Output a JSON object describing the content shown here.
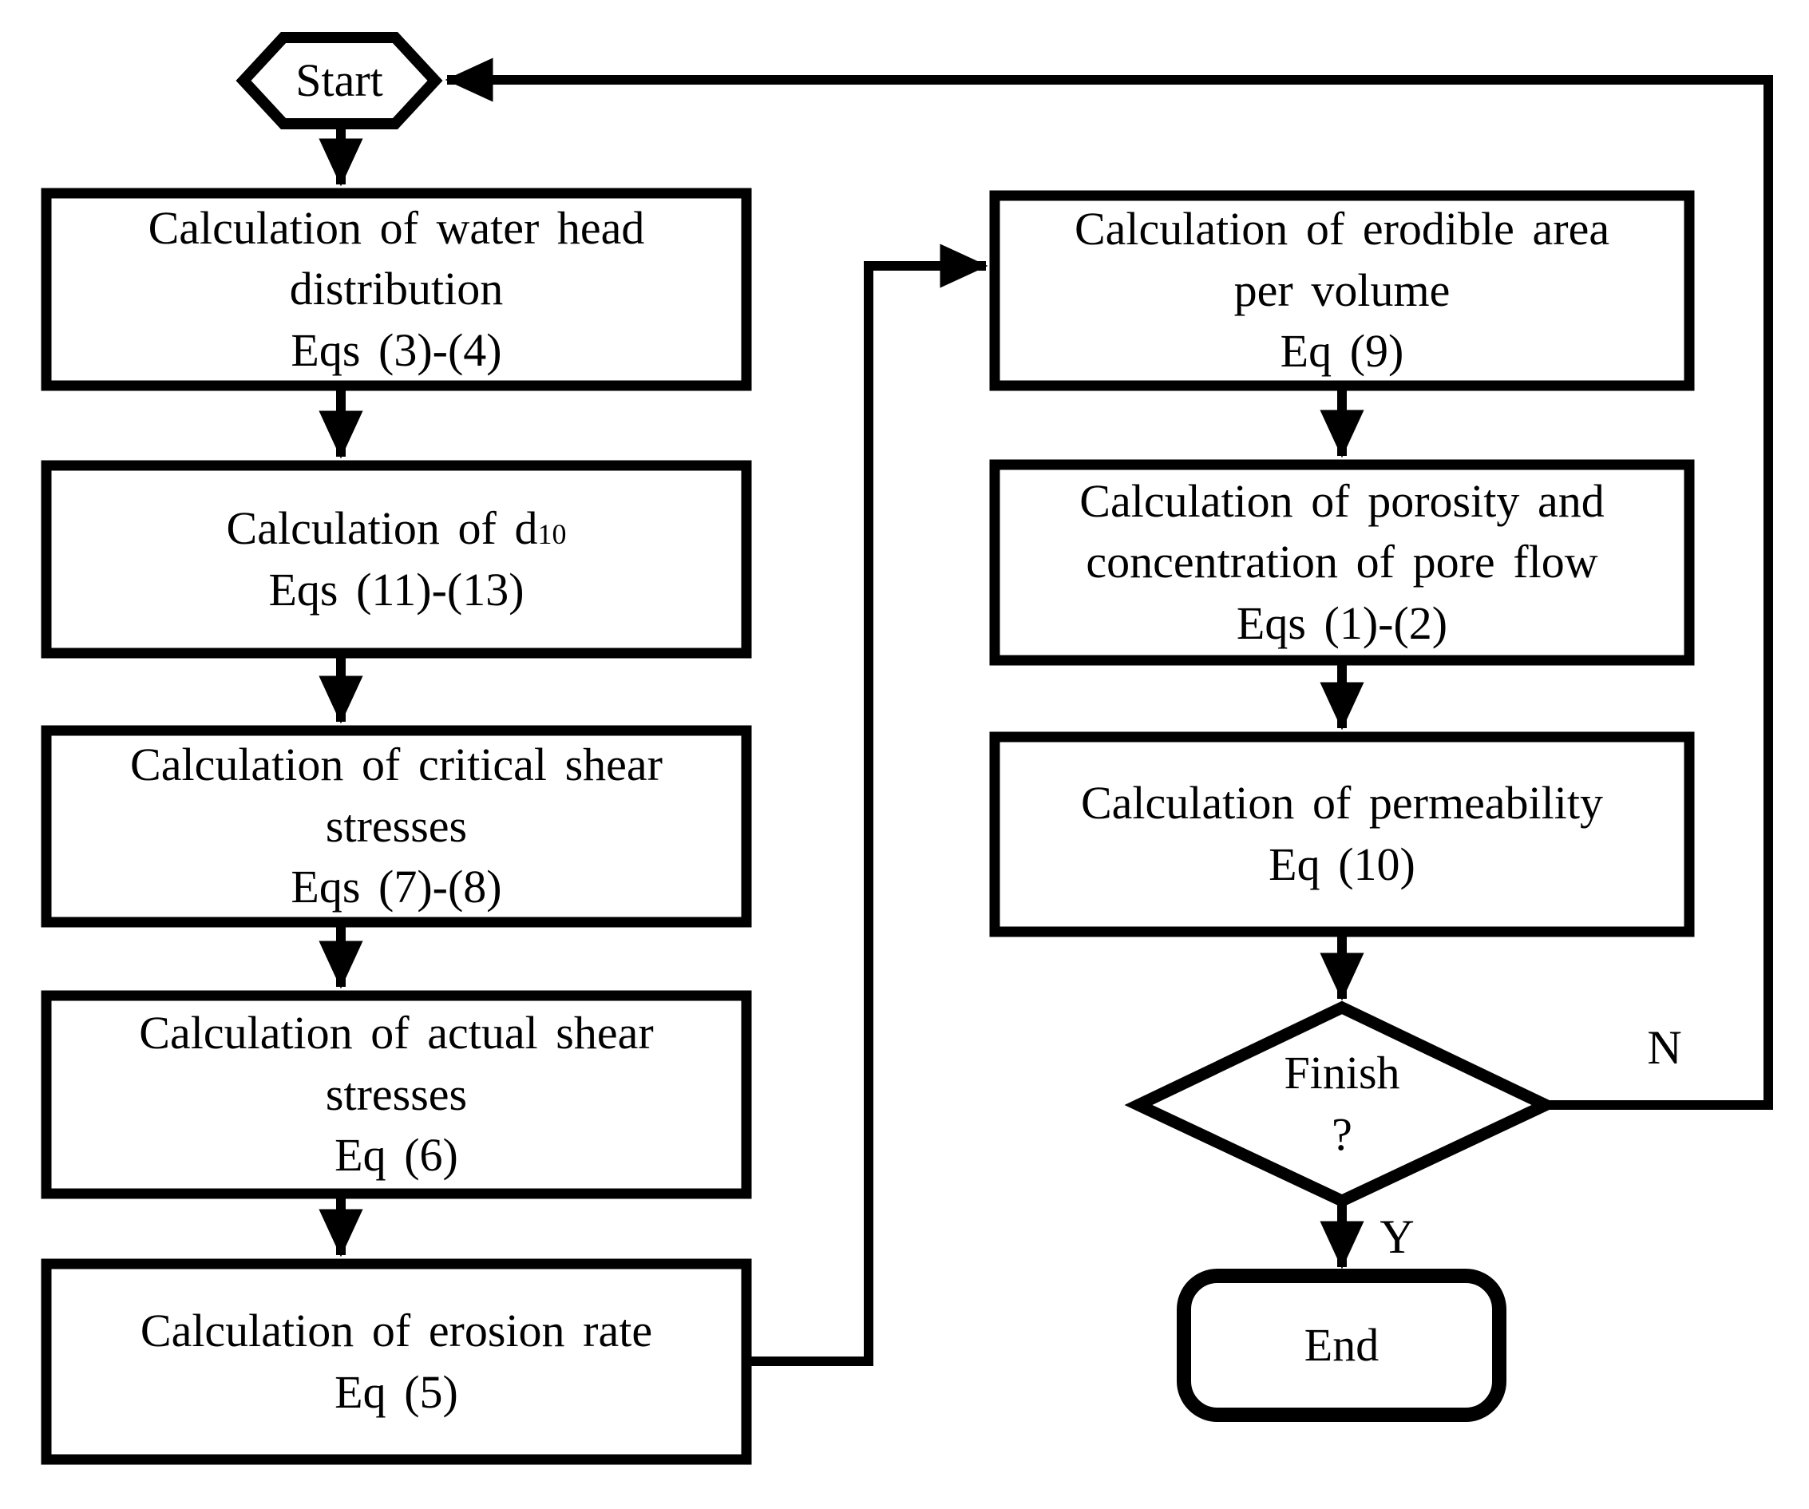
{
  "figure": {
    "type": "flowchart",
    "background": "#ffffff",
    "line_color": "#000000"
  },
  "start": {
    "label": "Start"
  },
  "left_boxes": [
    {
      "line1": "Calculation of water head",
      "line2": "distribution",
      "line3": "Eqs (3)-(4)"
    },
    {
      "line1_prefix": "Calculation of d",
      "line1_sub": "10",
      "line2": "Eqs (11)-(13)"
    },
    {
      "line1": "Calculation of critical shear",
      "line2": "stresses",
      "line3": "Eqs (7)-(8)"
    },
    {
      "line1": "Calculation of actual shear",
      "line2": "stresses",
      "line3": "Eq (6)"
    },
    {
      "line1": "Calculation of erosion rate",
      "line2": "Eq (5)"
    }
  ],
  "right_boxes": [
    {
      "line1": "Calculation of erodible area",
      "line2": "per volume",
      "line3": "Eq (9)"
    },
    {
      "line1": "Calculation of porosity and",
      "line2": "concentration of pore flow",
      "line3": "Eqs (1)-(2)"
    },
    {
      "line1": "Calculation of permeability",
      "line2": "Eq (10)"
    }
  ],
  "decision": {
    "line1": "Finish",
    "line2": "?",
    "no_label": "N",
    "yes_label": "Y"
  },
  "end": {
    "label": "End"
  }
}
